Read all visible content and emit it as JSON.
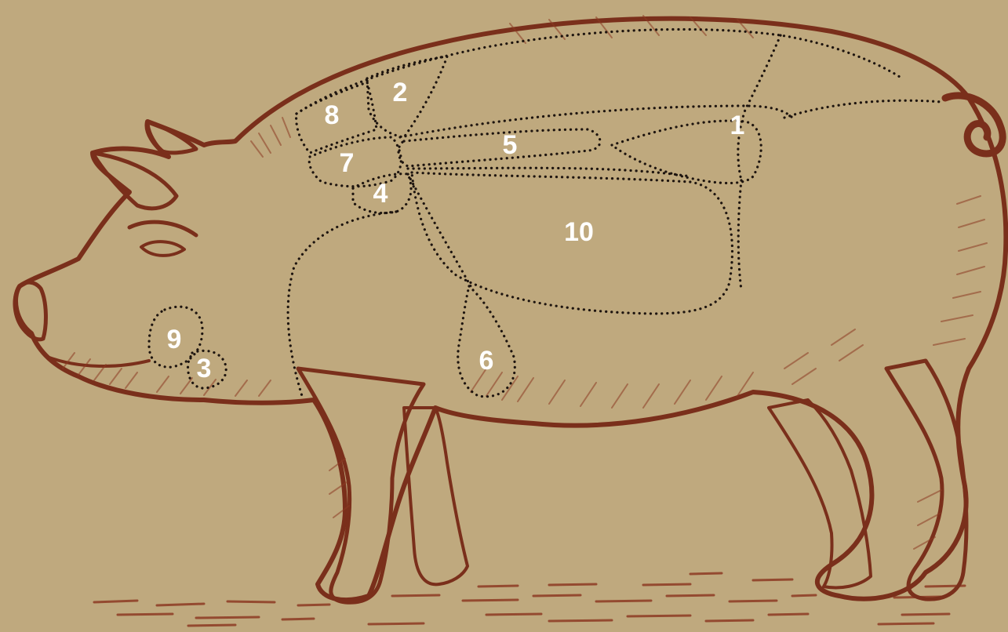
{
  "colors": {
    "background": "#bfa97e",
    "body_fill": "#c5ae84",
    "ink": "#7a2f1b",
    "hatch": "#8c3a22",
    "cut_line": "#1d140f",
    "label": "#ffffff"
  },
  "cuts": [
    {
      "id": "1",
      "label": "1"
    },
    {
      "id": "2",
      "label": "2"
    },
    {
      "id": "3",
      "label": "3"
    },
    {
      "id": "4",
      "label": "4"
    },
    {
      "id": "5",
      "label": "5"
    },
    {
      "id": "6",
      "label": "6"
    },
    {
      "id": "7",
      "label": "7"
    },
    {
      "id": "8",
      "label": "8"
    },
    {
      "id": "9",
      "label": "9"
    },
    {
      "id": "10",
      "label": "10"
    }
  ]
}
